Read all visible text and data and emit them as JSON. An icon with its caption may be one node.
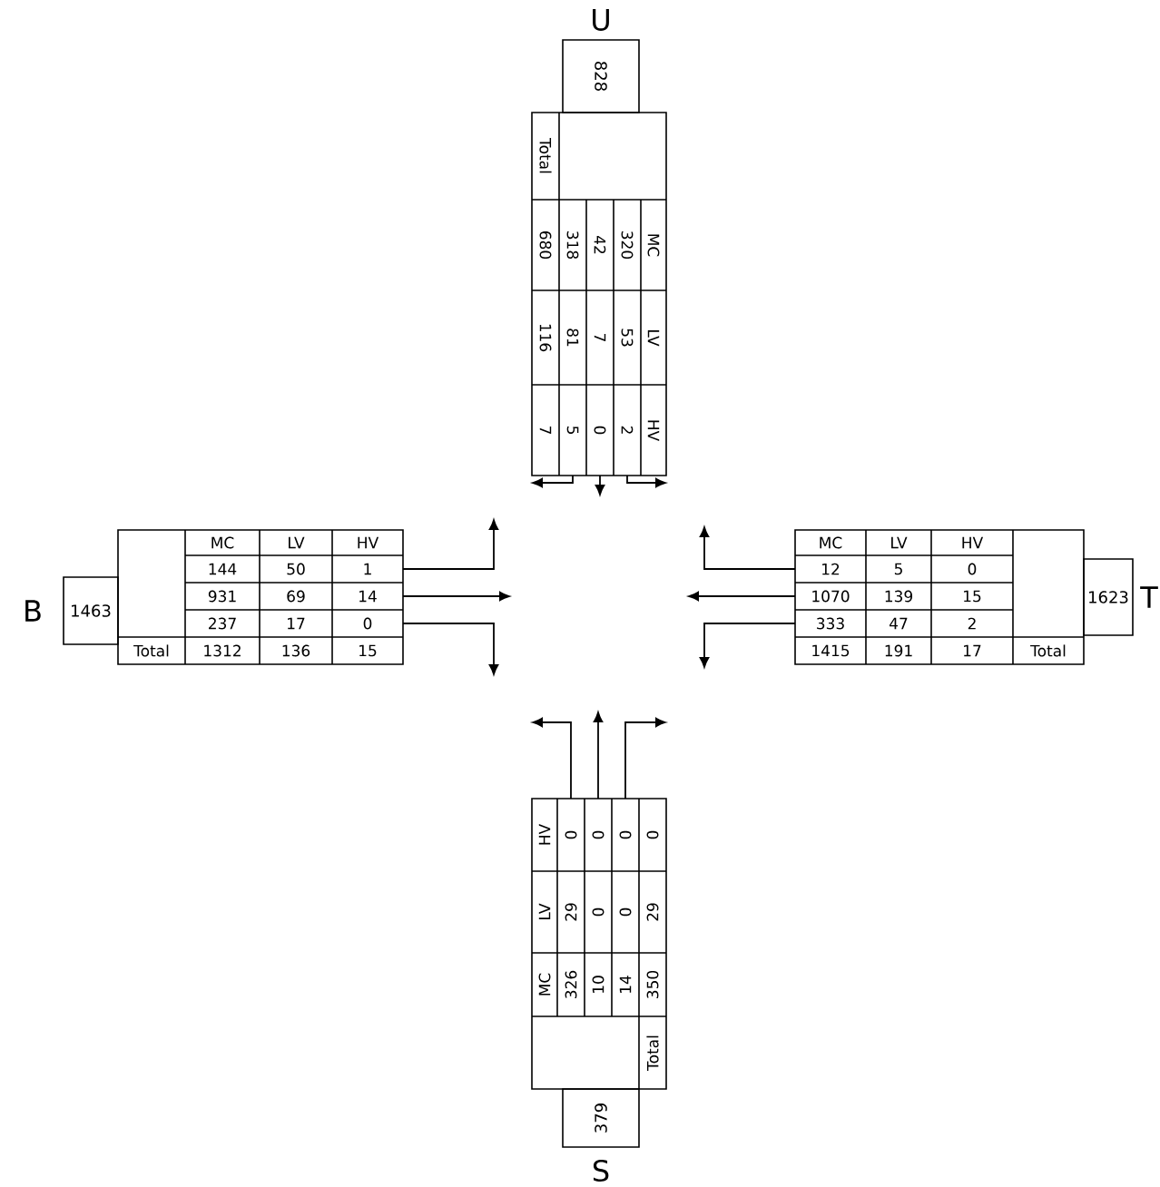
{
  "diagram": {
    "nodes": [
      {
        "text": [
          "828"
        ],
        "beside": [
          "U"
        ]
      },
      {
        "text": [],
        "shape": "box"
      },
      {
        "text": [
          "1463"
        ],
        "beside": [
          "B"
        ]
      },
      {
        "text": [],
        "shape": "box"
      },
      {
        "text": [],
        "shape": "box"
      },
      {
        "text": [
          "1623"
        ],
        "beside": [
          "T"
        ]
      },
      {
        "text": [],
        "shape": "box"
      },
      {
        "text": [
          "379"
        ],
        "beside": [
          "S"
        ]
      }
    ],
    "edges": [
      {
        "from": 1,
        "to": null,
        "arrow": "to"
      },
      {
        "from": 1,
        "to": null,
        "arrow": "to"
      },
      {
        "from": 1,
        "to": null,
        "arrow": "to"
      },
      {
        "from": 3,
        "to": null,
        "arrow": "to"
      },
      {
        "from": 3,
        "to": null,
        "arrow": "to"
      },
      {
        "from": 3,
        "to": null,
        "arrow": "to"
      },
      {
        "from": 4,
        "to": null,
        "arrow": "to"
      },
      {
        "from": 4,
        "to": null,
        "arrow": "to"
      },
      {
        "from": 4,
        "to": null,
        "arrow": "to"
      },
      {
        "from": 6,
        "to": null,
        "arrow": "to"
      },
      {
        "from": 6,
        "to": null,
        "arrow": "to"
      },
      {
        "from": 6,
        "to": null,
        "arrow": "to"
      }
    ],
    "labels": [
      "MC",
      "LV",
      "HV",
      "320",
      "53",
      "2",
      "42",
      "7",
      "0",
      "318",
      "81",
      "5",
      "Total",
      "680",
      "116",
      "7",
      "MC",
      "LV",
      "HV",
      "144",
      "50",
      "1",
      "931",
      "69",
      "14",
      "237",
      "17",
      "0",
      "Total",
      "1312",
      "136",
      "15",
      "MC",
      "LV",
      "HV",
      "12",
      "5",
      "0",
      "1070",
      "139",
      "15",
      "333",
      "47",
      "2",
      "1415",
      "191",
      "17",
      "Total",
      "MC",
      "LV",
      "HV",
      "326",
      "29",
      "0",
      "10",
      "0",
      "0",
      "14",
      "0",
      "0",
      "Total",
      "350",
      "29",
      "0"
    ]
  }
}
